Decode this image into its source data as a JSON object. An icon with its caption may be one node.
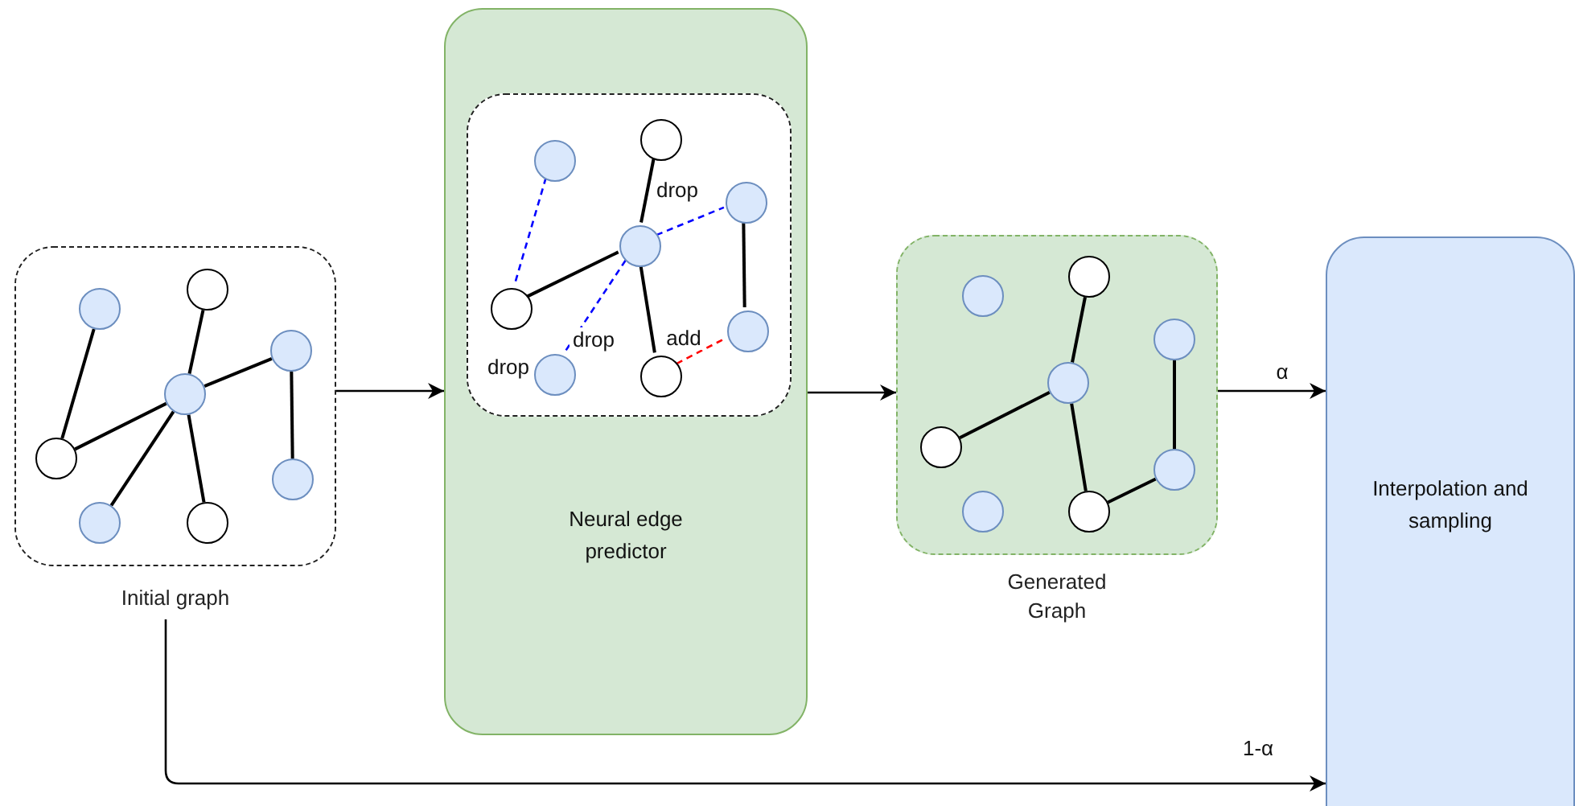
{
  "diagram": {
    "nodes": [
      {
        "text": [
          "Initial graph"
        ]
      },
      {
        "text": [],
        "shape": "circle",
        "in": 0
      },
      {
        "text": [],
        "shape": "circle",
        "in": 0
      },
      {
        "text": [],
        "shape": "circle",
        "in": 0
      },
      {
        "text": [],
        "shape": "circle",
        "in": 0
      },
      {
        "text": [],
        "shape": "circle",
        "in": 0
      },
      {
        "text": [],
        "shape": "circle",
        "in": 0
      },
      {
        "text": [],
        "shape": "circle",
        "in": 0
      },
      {
        "text": [],
        "shape": "circle",
        "in": 0
      },
      {
        "text": [
          "Neural edge predictor"
        ]
      },
      {
        "text": [],
        "shape": "box",
        "in": 9
      },
      {
        "text": [],
        "shape": "circle",
        "in": 10
      },
      {
        "text": [],
        "shape": "circle",
        "in": 10
      },
      {
        "text": [],
        "shape": "circle",
        "in": 10
      },
      {
        "text": [],
        "shape": "circle",
        "in": 10
      },
      {
        "text": [],
        "shape": "circle",
        "in": 10
      },
      {
        "text": [],
        "shape": "circle",
        "in": 10
      },
      {
        "text": [],
        "shape": "circle",
        "in": 10
      },
      {
        "text": [],
        "shape": "circle",
        "in": 10
      },
      {
        "text": [
          "Generated Graph"
        ]
      },
      {
        "text": [],
        "shape": "circle",
        "in": 19
      },
      {
        "text": [],
        "shape": "circle",
        "in": 19
      },
      {
        "text": [],
        "shape": "circle",
        "in": 19
      },
      {
        "text": [],
        "shape": "circle",
        "in": 19
      },
      {
        "text": [],
        "shape": "circle",
        "in": 19
      },
      {
        "text": [],
        "shape": "circle",
        "in": 19
      },
      {
        "text": [],
        "shape": "circle",
        "in": 19
      },
      {
        "text": [],
        "shape": "circle",
        "in": 19
      },
      {
        "text": [
          "Interpolation and sampling"
        ]
      }
    ],
    "edges": [
      {
        "from": 0,
        "to": 9,
        "arrow": "to"
      },
      {
        "from": 9,
        "to": 19,
        "arrow": "to"
      },
      {
        "from": 19,
        "to": 28,
        "arrow": "to",
        "label": "α"
      },
      {
        "from": 0,
        "to": 28,
        "arrow": "to",
        "label": "1-α"
      },
      {
        "from": 1,
        "to": 5,
        "arrow": "none"
      },
      {
        "from": 2,
        "to": 4,
        "arrow": "none"
      },
      {
        "from": 4,
        "to": 3,
        "arrow": "none"
      },
      {
        "from": 4,
        "to": 5,
        "arrow": "none"
      },
      {
        "from": 4,
        "to": 7,
        "arrow": "none"
      },
      {
        "from": 4,
        "to": 8,
        "arrow": "none"
      },
      {
        "from": 3,
        "to": 6,
        "arrow": "none"
      },
      {
        "from": 11,
        "to": 15,
        "arrow": "none",
        "style": "dashed",
        "color": "#0000ff",
        "label": "drop"
      },
      {
        "from": 12,
        "to": 14,
        "arrow": "none"
      },
      {
        "from": 14,
        "to": 13,
        "arrow": "none",
        "style": "dashed",
        "color": "#0000ff",
        "label": "drop"
      },
      {
        "from": 14,
        "to": 15,
        "arrow": "none"
      },
      {
        "from": 14,
        "to": 17,
        "arrow": "none",
        "style": "dashed",
        "color": "#0000ff",
        "label": "drop"
      },
      {
        "from": 14,
        "to": 18,
        "arrow": "none"
      },
      {
        "from": 13,
        "to": 16,
        "arrow": "none"
      },
      {
        "from": 18,
        "to": 16,
        "arrow": "none",
        "style": "dashed",
        "color": "#ff0000",
        "label": "add"
      },
      {
        "from": 21,
        "to": 23,
        "arrow": "none"
      },
      {
        "from": 23,
        "to": 24,
        "arrow": "none"
      },
      {
        "from": 23,
        "to": 27,
        "arrow": "none"
      },
      {
        "from": 27,
        "to": 25,
        "arrow": "none"
      },
      {
        "from": 22,
        "to": 25,
        "arrow": "none"
      }
    ]
  }
}
